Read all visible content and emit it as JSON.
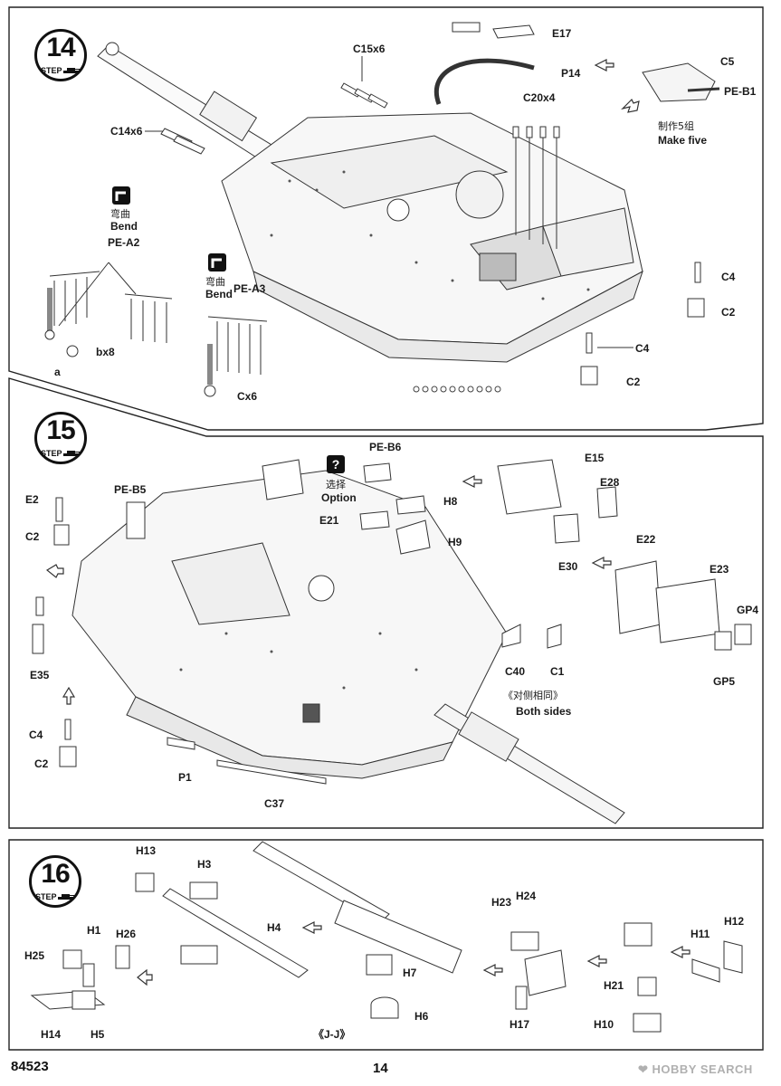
{
  "footer": {
    "product_code": "84523",
    "page_number": "14"
  },
  "watermark": {
    "text": "HOBBY SEARCH"
  },
  "steps": [
    {
      "number": "14",
      "word": "STEP",
      "labels": {
        "c15": "C15x6",
        "e17": "E17",
        "p14": "P14",
        "c5": "C5",
        "pe_b1": "PE-B1",
        "c20": "C20x4",
        "make_five_cn": "制作5组",
        "make_five": "Make five",
        "c14": "C14x6",
        "bend_cn_1": "弯曲",
        "bend_1": "Bend",
        "pe_a2": "PE-A2",
        "bend_cn_2": "弯曲",
        "bend_2": "Bend",
        "pe_a3": "PE-A3",
        "c4_a": "C4",
        "c2_a": "C2",
        "c4_b": "C4",
        "c2_b": "C2",
        "a": "a",
        "bx8": "bx8",
        "cx6": "Cx6"
      }
    },
    {
      "number": "15",
      "word": "STEP",
      "labels": {
        "pe_b6": "PE-B6",
        "e15": "E15",
        "e28": "E28",
        "option_cn": "选择",
        "option": "Option",
        "h8": "H8",
        "e21": "E21",
        "h9": "H9",
        "e30": "E30",
        "e2": "E2",
        "pe_b5": "PE-B5",
        "c2_a": "C2",
        "e22": "E22",
        "e23": "E23",
        "gp4": "GP4",
        "gp5": "GP5",
        "e35": "E35",
        "c40": "C40",
        "c1": "C1",
        "both_sides_cn": "《对侧相同》",
        "both_sides": "Both sides",
        "c4": "C4",
        "c2_b": "C2",
        "p1": "P1",
        "c37": "C37"
      }
    },
    {
      "number": "16",
      "word": "STEP",
      "labels": {
        "h13": "H13",
        "h3": "H3",
        "h4": "H4",
        "h23": "H23",
        "h24": "H24",
        "h12": "H12",
        "h11": "H11",
        "h1": "H1",
        "h26": "H26",
        "h25": "H25",
        "h7": "H7",
        "h21": "H21",
        "h14": "H14",
        "h5": "H5",
        "h6": "H6",
        "h17": "H17",
        "h10": "H10",
        "jj": "《J-J》"
      }
    }
  ],
  "icons": [
    "bend-icon",
    "bend-icon",
    "option-icon",
    "arrow-icon",
    "tank-icon"
  ]
}
